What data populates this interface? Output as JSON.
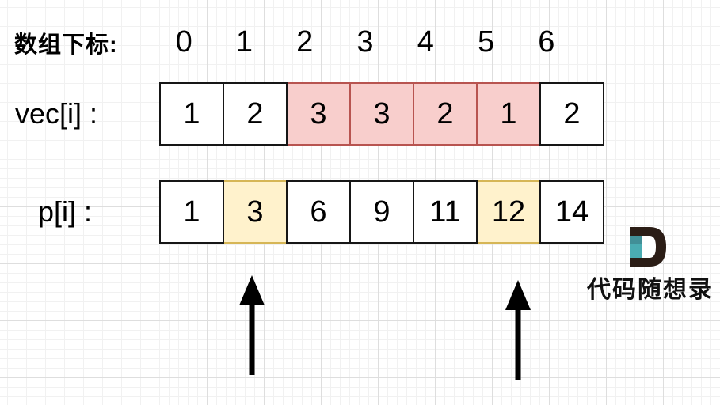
{
  "index_title": "数组下标:",
  "index_row": [
    "0",
    "1",
    "2",
    "3",
    "4",
    "5",
    "6"
  ],
  "vec_row": {
    "label": "vec[i] :",
    "values": [
      "1",
      "2",
      "3",
      "3",
      "2",
      "1",
      "2"
    ],
    "highlighted_indices": [
      2,
      3,
      4,
      5
    ],
    "highlight_style": "pink"
  },
  "p_row": {
    "label": "p[i] :",
    "values": [
      "1",
      "3",
      "6",
      "9",
      "11",
      "12",
      "14"
    ],
    "highlighted_indices": [
      1,
      5
    ],
    "highlight_style": "yellow"
  },
  "arrows": [
    {
      "points_to_index": 1
    },
    {
      "points_to_index": 5
    }
  ],
  "logo": {
    "text": "代码随想录"
  },
  "colors": {
    "pink-fill": "#f8cecc",
    "pink-border": "#b85450",
    "yellow-fill": "#fff2cc",
    "yellow-border": "#d6b656",
    "cell-border": "#161616",
    "arrow-color": "#000000",
    "logo-dark": "#2b1d16",
    "logo-teal": "#4aacb2",
    "logo-teal-dark": "#418f97"
  }
}
